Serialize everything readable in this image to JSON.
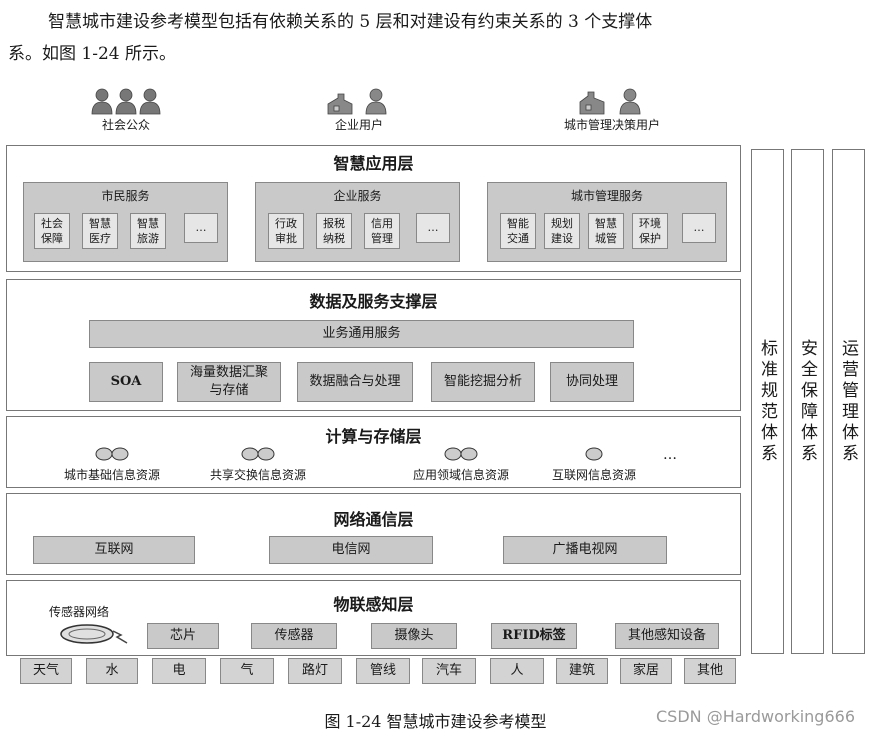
{
  "intro": {
    "line1": "智慧城市建设参考模型包括有依赖关系的 5 层和对建设有约束关系的 3 个支撑体",
    "line2": "系。如图 1-24 所示。"
  },
  "users": [
    {
      "label": "社会公众",
      "icon": "people-group-icon"
    },
    {
      "label": "企业用户",
      "icon": "enterprise-user-icon"
    },
    {
      "label": "城市管理决策用户",
      "icon": "city-manager-icon"
    }
  ],
  "layers": {
    "application": {
      "title": "智慧应用层",
      "groups": [
        {
          "title": "市民服务",
          "items": [
            "社会\n保障",
            "智慧\n医疗",
            "智慧\n旅游",
            "…"
          ]
        },
        {
          "title": "企业服务",
          "items": [
            "行政\n审批",
            "报税\n纳税",
            "信用\n管理",
            "…"
          ]
        },
        {
          "title": "城市管理服务",
          "items": [
            "智能\n交通",
            "规划\n建设",
            "智慧\n城管",
            "环境\n保护",
            "…"
          ]
        }
      ]
    },
    "data": {
      "title": "数据及服务支撑层",
      "common": "业务通用服务",
      "items": [
        "SOA",
        "海量数据汇聚\n与存储",
        "数据融合与处理",
        "智能挖掘分析",
        "协同处理"
      ]
    },
    "compute": {
      "title": "计算与存储层",
      "resources": [
        "城市基础信息资源",
        "共享交换信息资源",
        "应用领域信息资源",
        "互联网信息资源",
        "…"
      ]
    },
    "network": {
      "title": "网络通信层",
      "items": [
        "互联网",
        "电信网",
        "广播电视网"
      ]
    },
    "iot": {
      "title": "物联感知层",
      "sensor_network": "传感器网络",
      "items": [
        "芯片",
        "传感器",
        "摄像头",
        "RFID标签",
        "其他感知设备"
      ]
    }
  },
  "bottom_items": [
    "天气",
    "水",
    "电",
    "气",
    "路灯",
    "管线",
    "汽车",
    "人",
    "建筑",
    "家居",
    "其他"
  ],
  "pillars": [
    "标准规范体系",
    "安全保障体系",
    "运营管理体系"
  ],
  "caption": "图 1-24   智慧城市建设参考模型",
  "watermark": "CSDN @Hardworking666"
}
